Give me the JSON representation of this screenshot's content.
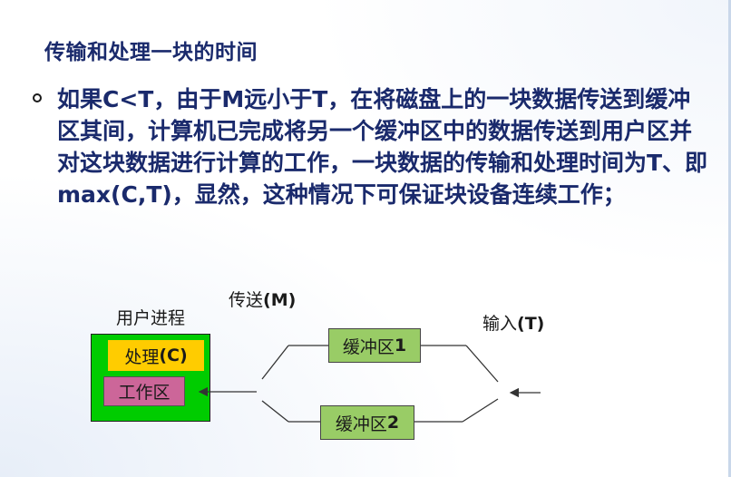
{
  "slide": {
    "title": "传输和处理一块的时间",
    "paragraph": "如果C<T，由于M远小于T，在将磁盘上的一块数据传送到缓冲区其间，计算机已完成将另一个缓冲区中的数据传送到用户区并对这块数据进行计算的工作，一块数据的传输和处理时间为T、即max(C,T)，显然，这种情况下可保证块设备连续工作；"
  },
  "diagram": {
    "transfer_label": "传送",
    "transfer_var": "(M)",
    "user_process_label": "用户进程",
    "input_label": "输入",
    "input_var": "(T)",
    "process_label": "处理",
    "process_var": "(C)",
    "work_area_label": "工作区",
    "buffer1_label": "缓冲区",
    "buffer1_num": "1",
    "buffer2_label": "缓冲区",
    "buffer2_num": "2",
    "colors": {
      "title_text": "#1a2a6c",
      "user_process": "#00cc00",
      "process": "#ffcc00",
      "work_area": "#cc6699",
      "buffer": "#99cc66"
    }
  }
}
